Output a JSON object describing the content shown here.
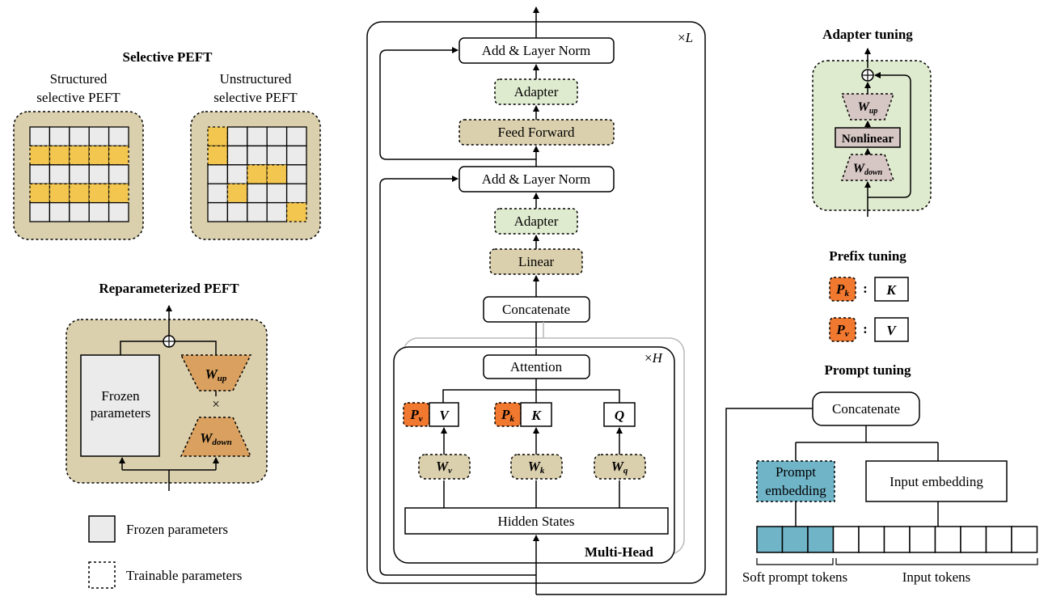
{
  "selective": {
    "title": "Selective PEFT",
    "structured": [
      "Structured",
      "selective PEFT"
    ],
    "unstructured": [
      "Unstructured",
      "selective PEFT"
    ]
  },
  "reparam": {
    "title": "Reparameterized PEFT",
    "frozen": [
      "Frozen",
      "parameters"
    ],
    "w_up": "W",
    "w_up_sub": "up",
    "w_down": "W",
    "w_down_sub": "down",
    "times": "×"
  },
  "legend": {
    "frozen": "Frozen parameters",
    "trainable": "Trainable parameters"
  },
  "transformer": {
    "add_norm_top": "Add & Layer Norm",
    "adapter_top": "Adapter",
    "feed_forward": "Feed Forward",
    "add_norm_bottom": "Add & Layer Norm",
    "adapter_bottom": "Adapter",
    "linear": "Linear",
    "concatenate": "Concatenate",
    "attention": "Attention",
    "hidden_states": "Hidden States",
    "multi_head": "Multi-Head",
    "times_l": "×",
    "l": "L",
    "times_h": "×",
    "h": "H",
    "pv": "P",
    "pv_sub": "v",
    "pk": "P",
    "pk_sub": "k",
    "v": "V",
    "k": "K",
    "q": "Q",
    "wv": "W",
    "wv_sub": "v",
    "wk": "W",
    "wk_sub": "k",
    "wq": "W",
    "wq_sub": "q"
  },
  "adapter_tuning": {
    "title": "Adapter tuning",
    "w_up": "W",
    "w_up_sub": "up",
    "nonlinear": "Nonlinear",
    "w_down": "W",
    "w_down_sub": "down"
  },
  "prefix_tuning": {
    "title": "Prefix tuning",
    "pk": "P",
    "pk_sub": "k",
    "k": "K",
    "pv": "P",
    "pv_sub": "v",
    "v": "V",
    "colon": ":"
  },
  "prompt_tuning": {
    "title": "Prompt tuning",
    "concatenate": "Concatenate",
    "prompt_embedding": [
      "Prompt",
      "embedding"
    ],
    "input_embedding": "Input embedding",
    "soft_prompt_tokens": "Soft prompt tokens",
    "input_tokens": "Input tokens"
  },
  "colors": {
    "tan": "#dbd0ae",
    "tan_bg": "#d9cca6",
    "green": "#dfebcf",
    "gray": "#ebebeb",
    "orange": "#f0782f",
    "yellow": "#f3c650",
    "brown": "#d9a05f",
    "mauve": "#d6c6c4",
    "blue": "#70b4c8"
  }
}
